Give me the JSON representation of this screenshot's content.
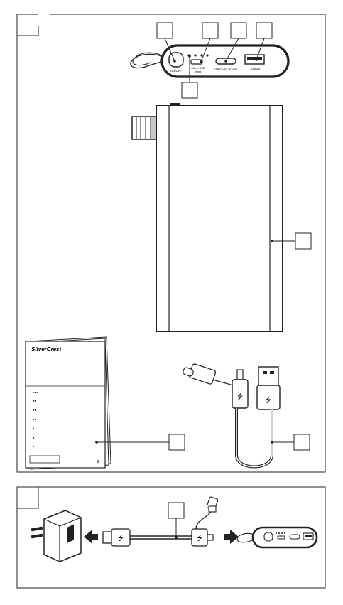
{
  "panel_a": {
    "label_box": "",
    "callouts": [
      "",
      "",
      "",
      "",
      "",
      "",
      "",
      ""
    ],
    "port_labels": {
      "onoff": "ON/OFF",
      "micro_usb_line1": "Micro USB",
      "micro_usb_line2": "Input",
      "type_c": "Type-C IN & OUT",
      "output": "Output"
    },
    "manual": {
      "brand": "SilverCrest",
      "lines": [
        "●●●",
        "●●",
        "●●",
        "●●",
        "●",
        "●",
        "●"
      ],
      "footer": "⊛"
    },
    "cable_symbols": {
      "usb": "⭍",
      "micro": "⭍"
    }
  },
  "panel_b": {
    "label_box": "",
    "callouts": [
      ""
    ],
    "arrows": [
      "left-arrow",
      "right-arrow"
    ]
  },
  "colors": {
    "line": "#222222",
    "light": "#888888",
    "bg": "#ffffff"
  }
}
